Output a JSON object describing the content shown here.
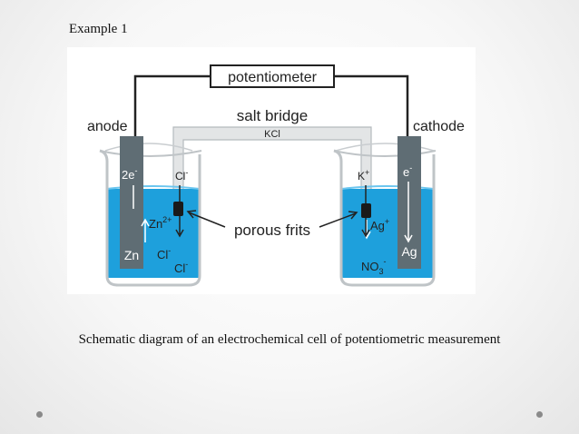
{
  "slide": {
    "heading": "Example 1",
    "caption": "Schematic diagram of an electrochemical cell of potentiometric measurement"
  },
  "diagram": {
    "labels": {
      "potentiometer": "potentiometer",
      "salt_bridge": "salt bridge",
      "kcl": "KCl",
      "anode": "anode",
      "cathode": "cathode",
      "porous_frits": "porous frits",
      "zn": "Zn",
      "ag": "Ag"
    },
    "ion_labels": {
      "electrons_left": "2e",
      "electrons_left_sup": "-",
      "chloride_bridge": "Cl",
      "chloride_bridge_sup": "-",
      "zinc_ion": "Zn",
      "zinc_ion_sup": "2+",
      "chloride_1": "Cl",
      "chloride_1_sup": "-",
      "chloride_2": "Cl",
      "chloride_2_sup": "-",
      "potassium": "K",
      "potassium_sup": "+",
      "electron_right": "e",
      "electron_right_sup": "-",
      "silver_ion": "Ag",
      "silver_ion_sup": "+",
      "nitrate": "NO",
      "nitrate_sub": "3",
      "nitrate_sup": "-"
    },
    "colors": {
      "solution": "#1ea0dc",
      "electrode": "#5f6d74",
      "salt_bridge_fill": "#e3e5e6",
      "glass": "#bfc4c7",
      "wire": "#222222",
      "frit": "#1a1a1a"
    }
  }
}
